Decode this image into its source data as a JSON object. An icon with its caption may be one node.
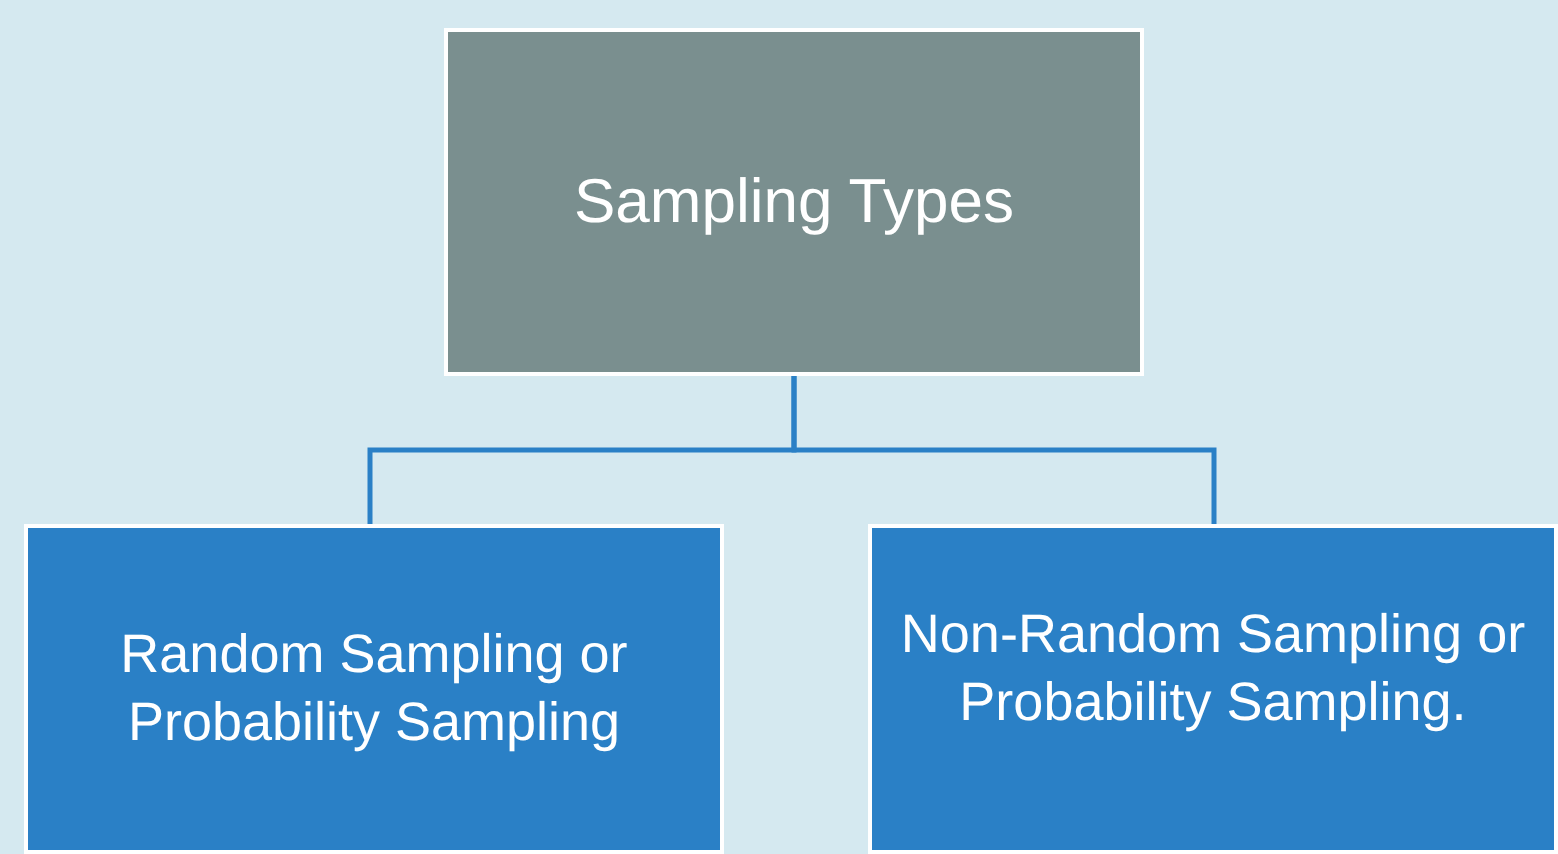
{
  "diagram": {
    "nodes": [
      {
        "text": [
          "Sampling Types"
        ]
      },
      {
        "text": [
          "Random Sampling or Probability Sampling"
        ]
      },
      {
        "text": [
          "Non-Random Sampling or Probability Sampling."
        ]
      }
    ],
    "edges": [
      {
        "from": 0,
        "to": 1,
        "arrow": "none"
      },
      {
        "from": 0,
        "to": 2,
        "arrow": "none"
      }
    ]
  }
}
